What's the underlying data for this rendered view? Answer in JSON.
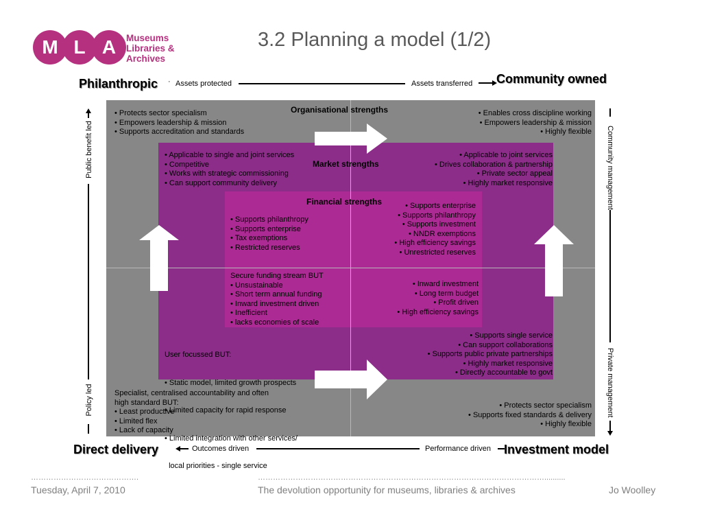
{
  "brand": {
    "logo_letters": [
      "M",
      "L",
      "A"
    ],
    "logo_lines": [
      "Museums",
      "Libraries &",
      "Archives"
    ],
    "color": "#b5307f"
  },
  "slide": {
    "title": "3.2 Planning a model (1/2)"
  },
  "corners": {
    "top_left": "Philanthropic",
    "top_right": "Community owned",
    "bottom_left": "Direct delivery",
    "bottom_right": "Investment model"
  },
  "axes": {
    "top_left_label": "Assets protected",
    "top_right_label": "Assets transferred",
    "bottom_left_label": "Outcomes driven",
    "bottom_right_label": "Performance driven",
    "left_top": "Public benefit led",
    "left_bottom": "Policy led",
    "right_top": "Community management",
    "right_bottom": "Private management"
  },
  "outer": {
    "title": "Organisational strengths",
    "top_left": [
      "• Protects sector specialism",
      "• Empowers leadership & mission",
      "• Supports accreditation and standards"
    ],
    "top_right": [
      "• Enables cross discipline working",
      "• Empowers leadership & mission",
      "• Highly flexible"
    ],
    "bottom_left": [
      "Specialist, centralised accountability and often",
      "high standard BUT:",
      "• Least productive",
      "• Limited flex",
      "• Lack of capacity"
    ],
    "bottom_right": [
      "• Protects sector specialism",
      "• Supports fixed standards & delivery",
      "• Highly flexible"
    ]
  },
  "market": {
    "title": "Market strengths",
    "top_left": [
      "• Applicable to single and joint services",
      "• Competitive",
      "• Works with strategic commissioning",
      "• Can support community delivery"
    ],
    "top_right": [
      "• Applicable to joint services",
      "• Drives collaboration & partnership",
      "• Private sector appeal",
      "• Highly market responsive"
    ],
    "bottom_left": [
      "User focussed BUT:",
      "• Static model, limited growth prospects",
      "• Limited capacity for rapid response",
      "• Limited integration with other services/",
      "  local priorities - single service"
    ],
    "bottom_right": [
      "• Supports single service",
      "• Can support collaborations",
      "• Supports public private partnerships",
      "• Highly market responsive",
      "• Directly accountable to govt"
    ]
  },
  "financial": {
    "title": "Financial strengths",
    "top_left": [
      "• Supports philanthropy",
      "• Supports enterprise",
      "• Tax exemptions",
      "• Restricted reserves"
    ],
    "top_right": [
      "• Supports enterprise",
      "• Supports philanthropy",
      "• Supports investment",
      "• NNDR exemptions",
      "• High efficiency savings",
      "• Unrestricted reserves"
    ],
    "bottom_left": [
      "Secure funding stream BUT",
      "• Unsustainable",
      "• Short term annual funding",
      "• Inward investment driven",
      "• Inefficient",
      "• lacks economies of scale"
    ],
    "bottom_right": [
      "• Inward investment",
      "• Long term budget",
      "• Profit driven",
      "• High efficiency savings"
    ]
  },
  "colors": {
    "outer": "#878787",
    "market": "#8c2d89",
    "financial": "#ac2a93",
    "arrow": "#ffffff"
  },
  "footer": {
    "date": "Tuesday, April 7, 2010",
    "subtitle": "The devolution opportunity for museums, libraries & archives",
    "author": "Jo Woolley",
    "dots_left": "…………………………………….",
    "dots_right": "…………………………………………………………………………………………………….........."
  }
}
